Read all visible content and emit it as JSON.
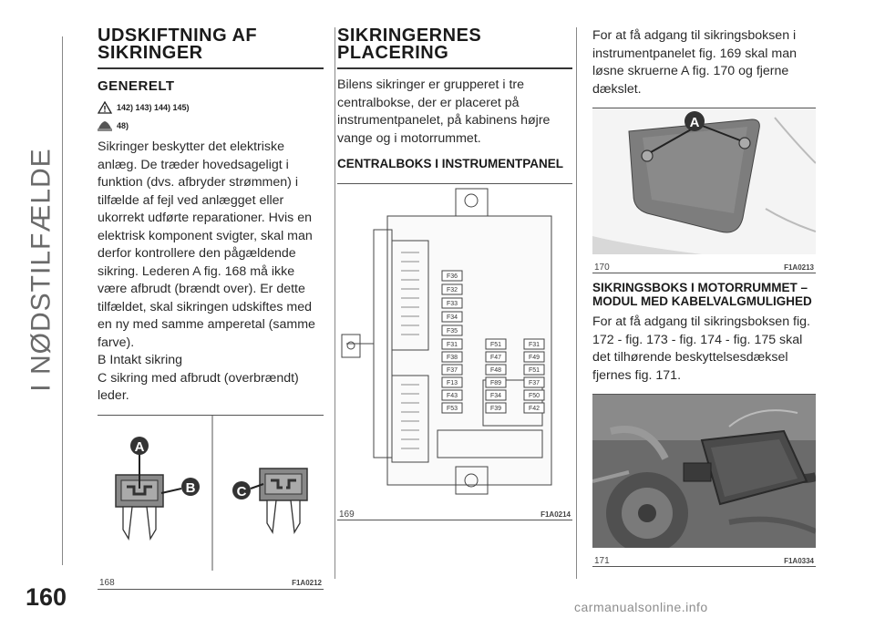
{
  "side_title": "I NØDSTILFÆLDE",
  "page_number": "160",
  "watermark": "carmanualsonline.info",
  "col1": {
    "heading": "UDSKIFTNING AF SIKRINGER",
    "subheading": "GENERELT",
    "warning_refs": "142) 143) 144) 145)",
    "caution_refs": "48)",
    "paragraph": "Sikringer beskytter det elektriske anlæg. De træder hovedsageligt i funktion (dvs. afbryder strømmen) i tilfælde af fejl ved anlægget eller ukorrekt udførte reparationer. Hvis en elektrisk komponent svigter, skal man derfor kontrollere den pågældende sikring. Lederen A fig. 168 må ikke være afbrudt (brændt over). Er dette tilfældet, skal sikringen udskiftes med en ny med samme amperetal (samme farve).",
    "legend_b": "B Intakt sikring",
    "legend_c": "C sikring med afbrudt (overbrændt) leder.",
    "figure": {
      "number": "168",
      "code": "F1A0212",
      "labels": [
        "A",
        "B",
        "C"
      ]
    }
  },
  "col2": {
    "heading": "SIKRINGERNES PLACERING",
    "paragraph": "Bilens sikringer er grupperet i tre centralbokse, der er placeret på instrumentpanelet, på kabinens højre vange og i motorrummet.",
    "subheading": "CENTRALBOKS I INSTRUMENTPANEL",
    "figure": {
      "number": "169",
      "code": "F1A0214",
      "fuses_left": [
        "F36",
        "F32",
        "F33",
        "F34",
        "F35"
      ],
      "fuses_mid_left": [
        "F31",
        "F38",
        "F37",
        "F13",
        "F43",
        "F53"
      ],
      "fuses_mid": [
        "F51",
        "F47",
        "F48",
        "F89",
        "F34",
        "F39"
      ],
      "fuses_right": [
        "F31",
        "F49",
        "F51",
        "F37",
        "F50",
        "F42"
      ]
    }
  },
  "col3": {
    "paragraph1": "For at få adgang til sikringsboksen i instrumentpanelet fig. 169 skal man løsne skruerne A fig. 170 og fjerne dækslet.",
    "figure1": {
      "number": "170",
      "code": "F1A0213",
      "label": "A"
    },
    "subheading": "SIKRINGSBOKS I MOTORRUMMET – MODUL MED KABELVALGMULIGHED",
    "paragraph2": "For at få adgang til sikringsboksen fig. 172 - fig. 173 - fig. 174 - fig. 175 skal det tilhørende beskyttelsesdæksel fjernes fig. 171.",
    "figure2": {
      "number": "171",
      "code": "F1A0334"
    }
  }
}
